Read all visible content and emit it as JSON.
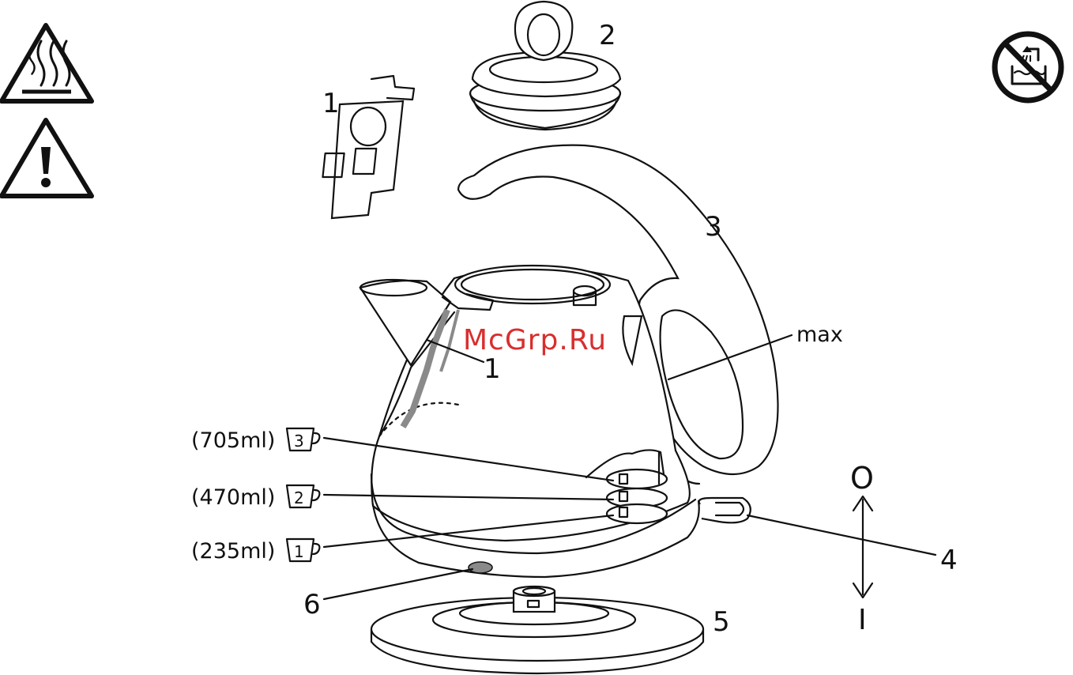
{
  "watermark": "McGrp.Ru",
  "callouts": {
    "filter": "1",
    "filter_inside": "1",
    "lid": "2",
    "handle": "3",
    "switch": "4",
    "base": "5",
    "light": "6",
    "max": "max"
  },
  "cups": [
    {
      "volume": "(705ml)",
      "cup": "3"
    },
    {
      "volume": "(470ml)",
      "cup": "2"
    },
    {
      "volume": "(235ml)",
      "cup": "1"
    }
  ],
  "switch_positions": {
    "off": "O",
    "on": "I"
  },
  "warning_icons": [
    "hot-surface-icon",
    "caution-icon"
  ],
  "prohibition_icon": "no-immersion-icon"
}
